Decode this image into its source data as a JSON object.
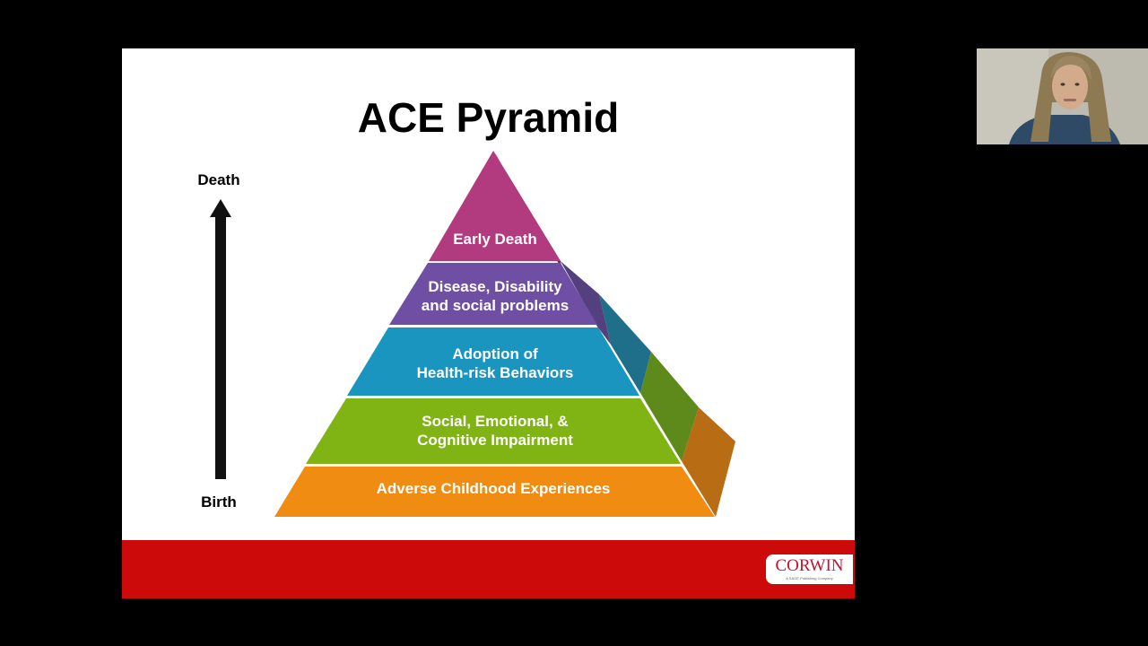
{
  "slide": {
    "title": "ACE Pyramid",
    "axis_top_label": "Death",
    "axis_bottom_label": "Birth",
    "tiers": [
      {
        "label_line1": "Early Death",
        "label_line2": "",
        "color": "#b23a7e"
      },
      {
        "label_line1": "Disease, Disability",
        "label_line2": "and social problems",
        "color": "#6e4fa3"
      },
      {
        "label_line1": "Adoption of",
        "label_line2": "Health-risk Behaviors",
        "color": "#1a95c0"
      },
      {
        "label_line1": "Social, Emotional, &",
        "label_line2": "Cognitive Impairment",
        "color": "#7fb414"
      },
      {
        "label_line1": "Adverse Childhood Experiences",
        "label_line2": "",
        "color": "#f08c12"
      }
    ],
    "footer_color": "#cc0a0a",
    "logo": {
      "word": "CORWIN",
      "tagline": "A SAGE Publishing Company"
    }
  },
  "webcam": {
    "subject": "presenter-video"
  }
}
